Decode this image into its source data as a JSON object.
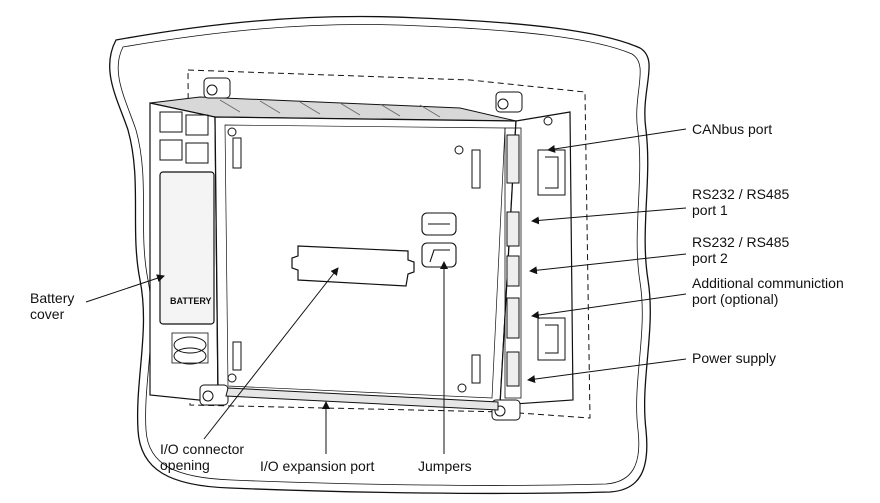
{
  "labels": {
    "canbus_port": "CANbus port",
    "rs_port1_line1": "RS232 / RS485",
    "rs_port1_line2": "port 1",
    "rs_port2_line1": "RS232 / RS485",
    "rs_port2_line2": "port 2",
    "additional_line1": "Additional communiction",
    "additional_line2": "port (optional)",
    "power_supply": "Power supply",
    "battery_cover_line1": "Battery",
    "battery_cover_line2": "cover",
    "battery_text": "BATTERY",
    "io_connector_line1": "I/O connector",
    "io_connector_line2": "opening",
    "io_expansion_port": "I/O expansion port",
    "jumpers": "Jumpers"
  }
}
